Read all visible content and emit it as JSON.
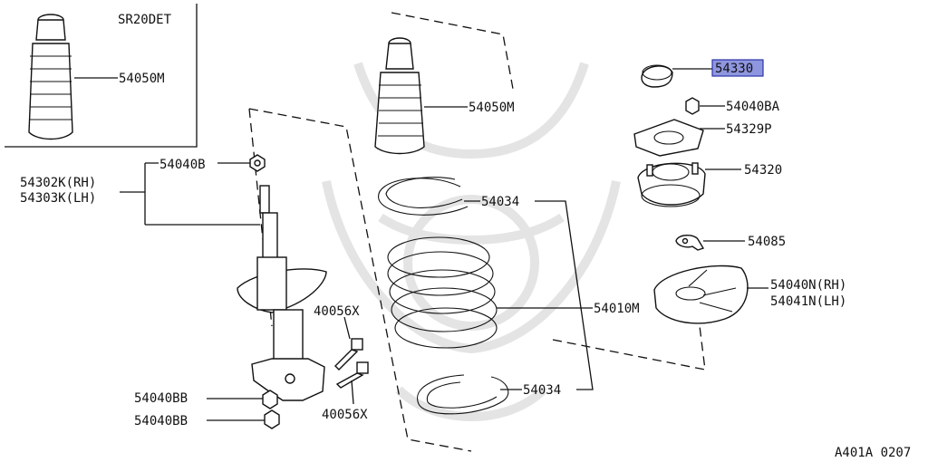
{
  "diagram": {
    "variant_label": "SR20DET",
    "drawing_code": "A401A 0207",
    "highlight_color": "#8f96e0",
    "labels": {
      "boot_inset": "54050M",
      "boot_main": "54050M",
      "strut_rh": "54302K(RH)",
      "strut_lh": "54303K(LH)",
      "nut_top": "54040B",
      "bolt_upper": "40056X",
      "bolt_lower": "40056X",
      "nut_bb_upper": "54040BB",
      "nut_bb_lower": "54040BB",
      "seat_upper": "54034",
      "seat_lower": "54034",
      "spring": "54010M",
      "cap": "54330",
      "nut_ba": "54040BA",
      "plate": "54329P",
      "mount": "54320",
      "washer": "54085",
      "insulator_rh": "54040N(RH)",
      "insulator_lh": "54041N(LH)"
    }
  }
}
